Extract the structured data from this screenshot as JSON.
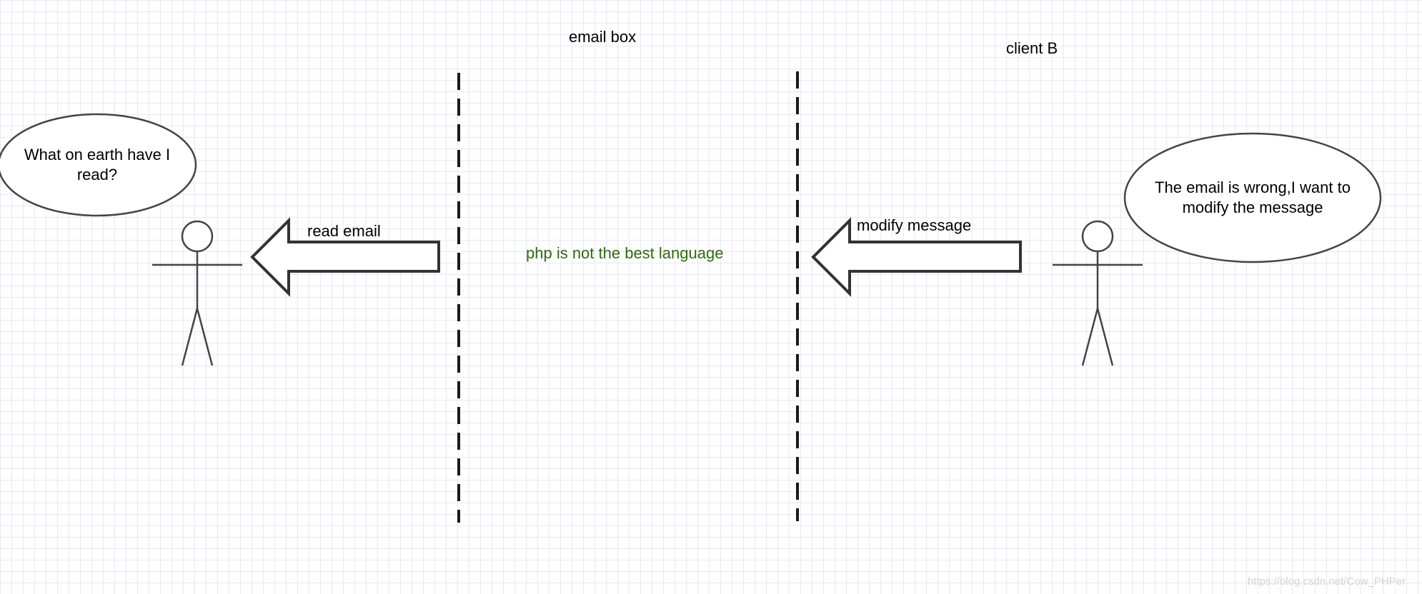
{
  "labels": {
    "email_box": "email box",
    "client_b": "client B",
    "read_email": "read email",
    "modify_message": "modify message",
    "center_note": "php is not the best language"
  },
  "bubbles": {
    "left": "What on earth have I read?",
    "right": "The email is wrong,I want to modify the message"
  },
  "watermark": "https://blog.csdn.net/Cow_PHPer",
  "colors": {
    "stroke": "#333333",
    "center_note": "#2e6b0f",
    "grid": "#e8e8f4"
  }
}
